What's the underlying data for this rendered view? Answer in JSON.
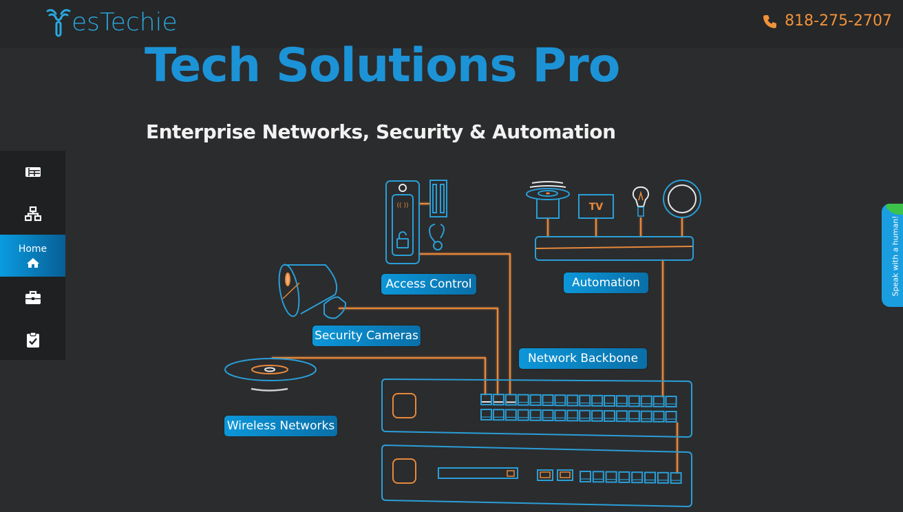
{
  "header": {
    "logo_text": "esTechie",
    "logo_icon": "wifi-y-icon",
    "phone_icon": "phone-icon",
    "phone_number": "818-275-2707"
  },
  "hero": {
    "title": "Tech Solutions Pro",
    "subtitle": "Enterprise Networks, Security & Automation"
  },
  "sidenav": {
    "items": [
      {
        "label": "",
        "icon": "list-icon"
      },
      {
        "label": "",
        "icon": "network-icon"
      },
      {
        "label": "Home",
        "icon": "home-icon",
        "active": true
      },
      {
        "label": "",
        "icon": "briefcase-icon"
      },
      {
        "label": "",
        "icon": "clipboard-check-icon"
      }
    ]
  },
  "chat_tab": {
    "label": "Speak with a human!"
  },
  "diagram": {
    "labels": {
      "access_control": "Access Control",
      "automation": "Automation",
      "security_cameras": "Security Cameras",
      "network_backbone": "Network Backbone",
      "wireless_networks": "Wireless Networks",
      "tv": "TV"
    }
  },
  "colors": {
    "accent_blue": "#1c93d6",
    "line_orange": "#e8893a",
    "outline_blue": "#2a9fd8",
    "background": "#2b2c2e",
    "chat_green": "#3cc24a"
  }
}
